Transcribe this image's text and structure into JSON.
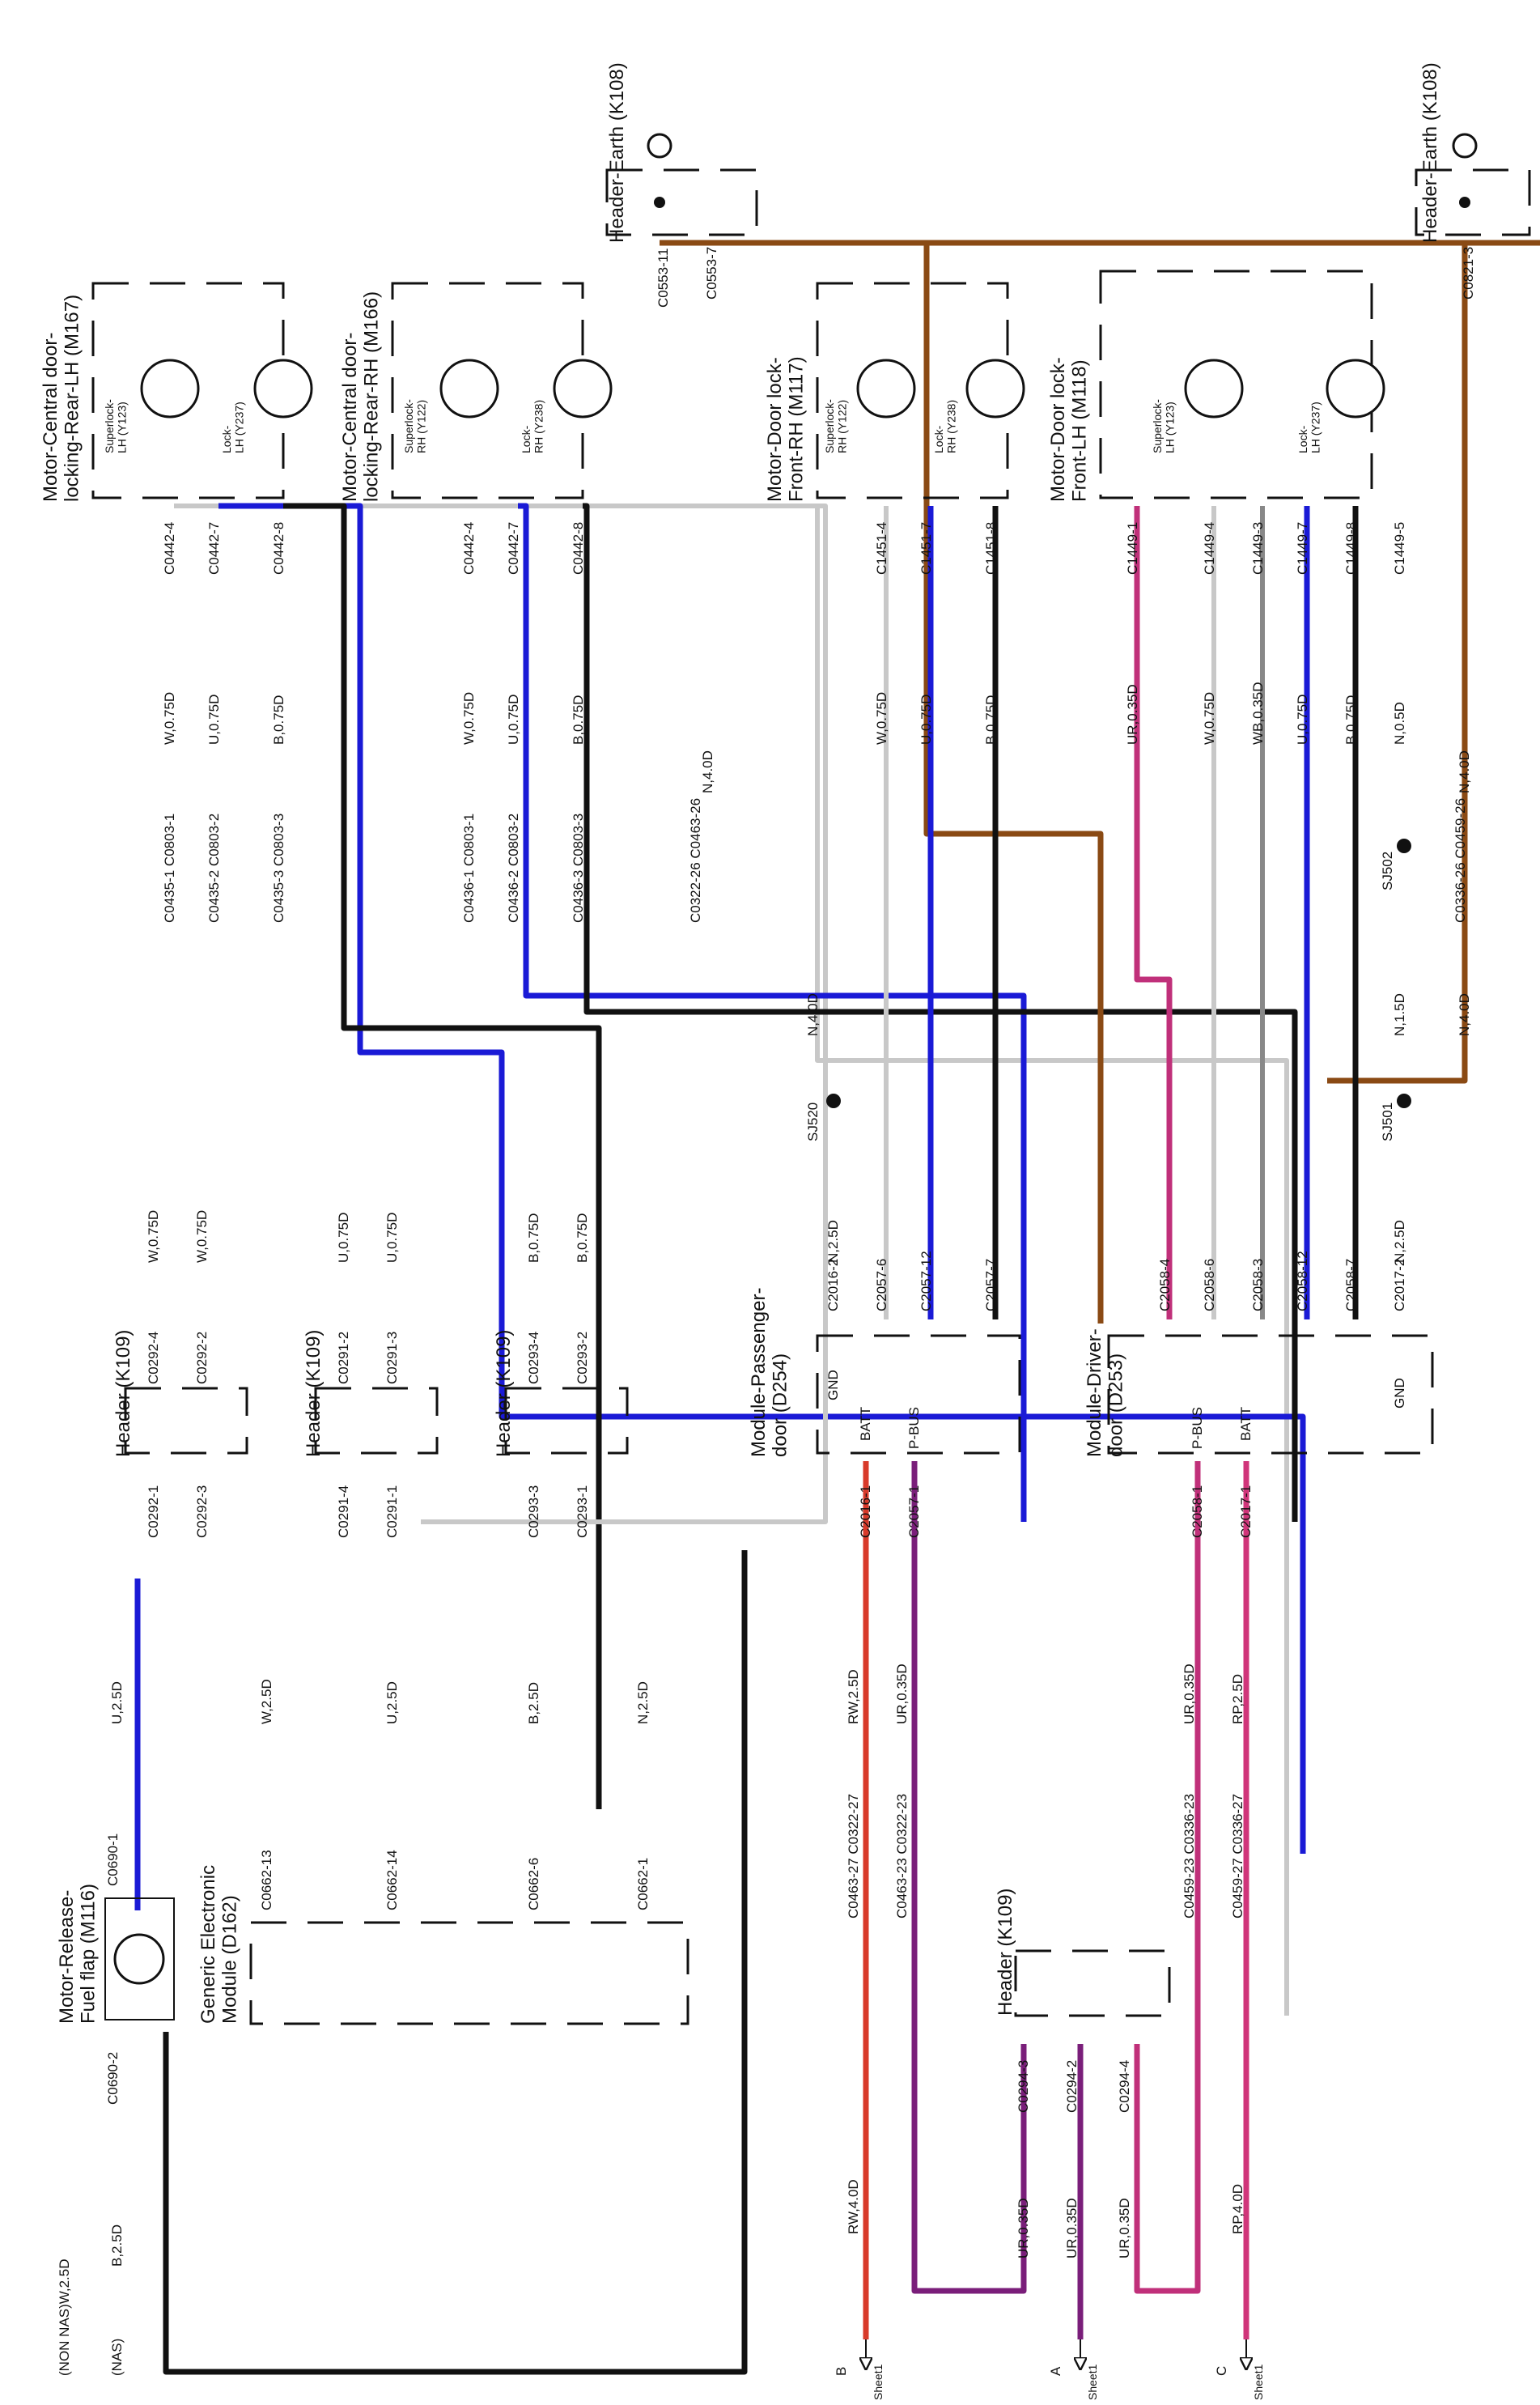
{
  "colors": {
    "white": "#c8c8c8",
    "blue": "#1a1ad6",
    "black": "#111111",
    "brown": "#8a4a14",
    "purple": "#7a1e7a",
    "red": "#d83a2a",
    "pink": "#d0357a"
  },
  "components": {
    "header_earth_1": "Header-Earth (K108)",
    "header_earth_2": "Header-Earth (K108)",
    "m167": "Motor-Central door-\nlocking-Rear-LH (M167)",
    "m166": "Motor-Central door-\nlocking-Rear-RH (M166)",
    "m117": "Motor-Door lock-\nFront-RH (M117)",
    "m118": "Motor-Door lock-\nFront-LH (M118)",
    "hdr_k109_a": "Header (K109)",
    "hdr_k109_b": "Header (K109)",
    "hdr_k109_c": "Header (K109)",
    "hdr_k109_d": "Header (K109)",
    "m116": "Motor-Release-\nFuel flap (M116)",
    "d162": "Generic Electronic\nModule (D162)",
    "d254": "Module-Passenger-\ndoor (D254)",
    "d253": "Module-Driver-\ndoor (D253)"
  },
  "motors": {
    "y123_a": "Superlock-\nLH (Y123)",
    "y237_a": "Lock-\nLH (Y237)",
    "y122_a": "Superlock-\nRH (Y122)",
    "y238_a": "Lock-\nRH (Y238)",
    "y122_b": "Superlock-\nRH (Y122)",
    "y238_b": "Lock-\nRH (Y238)",
    "y123_b": "Superlock-\nLH (Y123)",
    "y237_b": "Lock-\nLH (Y237)"
  },
  "pins": {
    "p_d254_gnd": "GND",
    "p_d254_batt": "BATT",
    "p_d254_pbus": "P-BUS",
    "p_d253_pbus": "P-BUS",
    "p_d253_batt": "BATT",
    "p_d253_gnd": "GND"
  },
  "connectors": {
    "c0553_11": "C0553-11",
    "c0553_7": "C0553-7",
    "c0821_3": "C0821-3",
    "c0442_4a": "C0442-4",
    "c0442_7a": "C0442-7",
    "c0442_8a": "C0442-8",
    "c0442_4b": "C0442-4",
    "c0442_7b": "C0442-7",
    "c0442_8b": "C0442-8",
    "c1451_4": "C1451-4",
    "c1451_7": "C1451-7",
    "c1451_8": "C1451-8",
    "c1449_1": "C1449-1",
    "c1449_4": "C1449-4",
    "c1449_3": "C1449-3",
    "c1449_7": "C1449-7",
    "c1449_8": "C1449-8",
    "c1449_5": "C1449-5",
    "c0435_1": "C0435-1 C0803-1",
    "c0435_2": "C0435-2 C0803-2",
    "c0435_3": "C0435-3 C0803-3",
    "c0436_1": "C0436-1 C0803-1",
    "c0436_2": "C0436-2 C0803-2",
    "c0436_3": "C0436-3 C0803-3",
    "c0322_26": "C0322-26 C0463-26",
    "c0336_26": "C0336-26 C0459-26",
    "c0292_4": "C0292-4",
    "c0292_2": "C0292-2",
    "c0292_1": "C0292-1",
    "c0292_3": "C0292-3",
    "c0291_2": "C0291-2",
    "c0291_3": "C0291-3",
    "c0291_4": "C0291-4",
    "c0291_1": "C0291-1",
    "c0293_4": "C0293-4",
    "c0293_2": "C0293-2",
    "c0293_3": "C0293-3",
    "c0293_1": "C0293-1",
    "c2016_2": "C2016-2",
    "c2057_6": "C2057-6",
    "c2057_12": "C2057-12",
    "c2057_7": "C2057-7",
    "c2058_4": "C2058-4",
    "c2058_6": "C2058-6",
    "c2058_3": "C2058-3",
    "c2058_12": "C2058-12",
    "c2058_7": "C2058-7",
    "c2017_2": "C2017-2",
    "c2016_1": "C2016-1",
    "c2057_1": "C2057-1",
    "c2058_1": "C2058-1",
    "c2017_1": "C2017-1",
    "c0690_1": "C0690-1",
    "c0690_2": "C0690-2",
    "c0662_13": "C0662-13",
    "c0662_14": "C0662-14",
    "c0662_6": "C0662-6",
    "c0662_1": "C0662-1",
    "c0463_27": "C0463-27 C0322-27",
    "c0463_23": "C0463-23 C0322-23",
    "c0459_23": "C0459-23 C0336-23",
    "c0459_27": "C0459-27 C0336-27",
    "c0294_3": "C0294-3",
    "c0294_2": "C0294-2",
    "c0294_4": "C0294-4",
    "sj520": "SJ520",
    "sj501": "SJ501",
    "sj502": "SJ502"
  },
  "wires": {
    "w_n40_a": "N,4.0D",
    "w_n40_b": "N,4.0D",
    "w_n40_c": "N,4.0D",
    "w_n40_d": "N,4.0D",
    "w_w075_1": "W,0.75D",
    "w_u075_1": "U,0.75D",
    "w_b075_1": "B,0.75D",
    "w_w075_2": "W,0.75D",
    "w_u075_2": "U,0.75D",
    "w_b075_2": "B,0.75D",
    "w_w075_3": "W,0.75D",
    "w_u075_3": "U,0.75D",
    "w_b075_3": "B,0.75D",
    "w_ur035_1": "UR,0.35D",
    "w_w075_4": "W,0.75D",
    "w_wb035": "WB,0.35D",
    "w_u075_4": "U,0.75D",
    "w_b075_4": "B,0.75D",
    "w_n05": "N,0.5D",
    "w_n25_a": "N,2.5D",
    "w_n15": "N,1.5D",
    "w_n25_b": "N,2.5D",
    "w_w075_5": "W,0.75D",
    "w_w075_6": "W,0.75D",
    "w_u075_5": "U,0.75D",
    "w_u075_6": "U,0.75D",
    "w_b075_5": "B,0.75D",
    "w_b075_6": "B,0.75D",
    "w_u25_a": "U,2.5D",
    "w_w25": "W,2.5D",
    "w_u25_b": "U,2.5D",
    "w_b25_a": "B,2.5D",
    "w_n25_c": "N,2.5D",
    "w_rw25": "RW,2.5D",
    "w_ur035_2": "UR,0.35D",
    "w_ur035_3": "UR,0.35D",
    "w_rp25": "RP,2.5D",
    "w_rw40": "RW,4.0D",
    "w_ur035_4": "UR,0.35D",
    "w_ur035_5": "UR,0.35D",
    "w_ur035_6": "UR,0.35D",
    "w_rp40": "RP,4.0D",
    "w_nonnas": "(NON NAS)W,2.5D",
    "w_nas": "(NAS)",
    "w_b25_b": "B,2.5D"
  },
  "offsheet": {
    "ref_b": "B",
    "ref_a": "A",
    "ref_c": "C",
    "sheet_b": "Sheet1",
    "sheet_a": "Sheet1",
    "sheet_c": "Sheet1"
  }
}
